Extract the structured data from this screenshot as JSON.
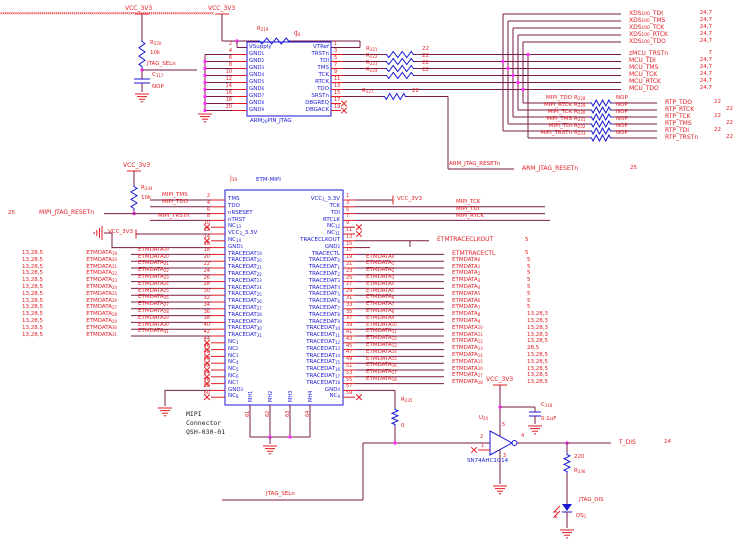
{
  "colors": {
    "wire": "#7a1b45",
    "red": "#e11c23",
    "blue": "#1a1ad2",
    "junction": "#ff33ff",
    "black": "#222222"
  },
  "icons": {
    "flag_out": "››",
    "flag_in": "‹‹"
  },
  "top_left": {
    "vcc": "VCC_3V3",
    "r_ref": "R220",
    "r_val": "10k",
    "net": "JTAG_SELn",
    "c_ref": "C117",
    "c_val": "NOP"
  },
  "j4": {
    "ref": "J4",
    "part": "ARM20PIN_JTAG",
    "vcc": "VCC_3V3",
    "r219_ref": "R219",
    "r219_val": "0",
    "left_pins": [
      {
        "num": "2",
        "label": "VSupply"
      },
      {
        "num": "4",
        "label": "GND1"
      },
      {
        "num": "6",
        "label": "GND2"
      },
      {
        "num": "8",
        "label": "GND3"
      },
      {
        "num": "10",
        "label": "GND4"
      },
      {
        "num": "12",
        "label": "GND5"
      },
      {
        "num": "14",
        "label": "GND6"
      },
      {
        "num": "16",
        "label": "GND7"
      },
      {
        "num": "18",
        "label": "GND8"
      },
      {
        "num": "20",
        "label": "GND9"
      }
    ],
    "right_pins": [
      {
        "num": "1",
        "label": "VTRef"
      },
      {
        "num": "3",
        "label": "TRSTn"
      },
      {
        "num": "5",
        "label": "TDI"
      },
      {
        "num": "7",
        "label": "TMS"
      },
      {
        "num": "9",
        "label": "TCK"
      },
      {
        "num": "11",
        "label": "RTCK"
      },
      {
        "num": "13",
        "label": "TDO"
      },
      {
        "num": "15",
        "label": "SRSTn"
      },
      {
        "num": "17",
        "label": "DBGREQ"
      },
      {
        "num": "19",
        "label": "DBGACK"
      }
    ],
    "resistors": [
      {
        "ref": "R221",
        "val": "22"
      },
      {
        "ref": "R222",
        "val": "22"
      },
      {
        "ref": "R223",
        "val": "22"
      },
      {
        "ref": "R224",
        "val": "22"
      }
    ],
    "r227": {
      "ref": "R227",
      "val": "22"
    }
  },
  "xds_flags": [
    {
      "label": "XDS100_TDI",
      "ref": "24,7"
    },
    {
      "label": "XDS100_TMS",
      "ref": "24,7"
    },
    {
      "label": "XDS100_TCK",
      "ref": "24,7"
    },
    {
      "label": "XDS100_RTCK",
      "ref": "24,7"
    },
    {
      "label": "XDS100_TDO",
      "ref": "24,7"
    }
  ],
  "mcu_flags": [
    {
      "label": "zMCU_TRSTn",
      "ref": "7"
    },
    {
      "label": "MCU_TDI",
      "ref": "24,7"
    },
    {
      "label": "MCU_TMS",
      "ref": "24,7"
    },
    {
      "label": "MCU_TCK",
      "ref": "24,7"
    },
    {
      "label": "MCU_RTCK",
      "ref": "24,7"
    },
    {
      "label": "MCU_TDO",
      "ref": "24,7"
    }
  ],
  "rtp_rows": [
    {
      "net": "MIPI_TDO",
      "r_ref": "R228",
      "r_val": "NOP",
      "flag": "RTP_TDO",
      "ref": "22"
    },
    {
      "net": "MIPI_RTCK",
      "r_ref": "R229",
      "r_val": "NOP",
      "flag": "RTP_RTCK",
      "ref": "22"
    },
    {
      "net": "MIPI_TCK",
      "r_ref": "R230",
      "r_val": "NOP",
      "flag": "RTP_TCK",
      "ref": "22"
    },
    {
      "net": "MIPI_TMS",
      "r_ref": "R231",
      "r_val": "NOP",
      "flag": "RTP_TMS",
      "ref": "22"
    },
    {
      "net": "MIPI_TDI",
      "r_ref": "R232",
      "r_val": "NOP",
      "flag": "RTP_TDI",
      "ref": "22"
    },
    {
      "net": "MIPI_TRSTn",
      "r_ref": "R233",
      "r_val": "NOP",
      "flag": "RTP_TRSTn",
      "ref": "22"
    }
  ],
  "arm_reset": {
    "net": "ARM_JTAG_RESETn",
    "flag": "ARM_JTAG_RESETn",
    "ref": "25"
  },
  "mipi_reset": {
    "flag": "MIPI_JTAG_RESETn",
    "ref": "25",
    "r_ref": "R234",
    "r_val": "10k",
    "vcc": "VCC_3V3"
  },
  "j19": {
    "ref": "J19",
    "part": "ETM-MIPI",
    "note_lines": [
      "MIPI",
      "Connector",
      "QSH-030-01"
    ],
    "vcc_left": "VCC_3V3",
    "vcc_right": "VCC_3V3",
    "nets_left": {
      "tms": "MIPI_TMS",
      "tdo": "MIPI_TDO",
      "trstn": "MIPI_TRSTn"
    },
    "nets_right": {
      "tck": "MIPI_TCK",
      "tdi": "MIPI_TDI",
      "rtck": "MIPI_RTCK"
    },
    "left_pins": [
      {
        "num": "2",
        "label": "TMS"
      },
      {
        "num": "4",
        "label": "TDO"
      },
      {
        "num": "6",
        "label": "nRSESET"
      },
      {
        "num": "8",
        "label": "nTRST"
      },
      {
        "num": "10",
        "label": "NC13"
      },
      {
        "num": "12",
        "label": "VCC2_3.3V"
      },
      {
        "num": "14",
        "label": "NC14"
      },
      {
        "num": "16",
        "label": "GND1"
      },
      {
        "num": "18",
        "label": "TRACEDAT19"
      },
      {
        "num": "20",
        "label": "TRACEDAT20"
      },
      {
        "num": "22",
        "label": "TRACEDAT21"
      },
      {
        "num": "24",
        "label": "TRACEDAT22"
      },
      {
        "num": "26",
        "label": "TRACEDAT23"
      },
      {
        "num": "28",
        "label": "TRACEDAT24"
      },
      {
        "num": "30",
        "label": "TRACEDAT25"
      },
      {
        "num": "32",
        "label": "TRACEDAT26"
      },
      {
        "num": "34",
        "label": "TRACEDAT27"
      },
      {
        "num": "36",
        "label": "TRACEDAT28"
      },
      {
        "num": "38",
        "label": "TRACEDAT29"
      },
      {
        "num": "40",
        "label": "TRACEDAT30"
      },
      {
        "num": "42",
        "label": "TRACEDAT31"
      },
      {
        "num": "44",
        "label": "NC1"
      },
      {
        "num": "46",
        "label": "NC2"
      },
      {
        "num": "48",
        "label": "NC3"
      },
      {
        "num": "50",
        "label": "NC4"
      },
      {
        "num": "52",
        "label": "NC5"
      },
      {
        "num": "54",
        "label": "NC6"
      },
      {
        "num": "56",
        "label": "NC7"
      },
      {
        "num": "58",
        "label": "GND3"
      },
      {
        "num": "60",
        "label": "NC8"
      }
    ],
    "right_pins": [
      {
        "num": "1",
        "label": "VCC1_3.3V"
      },
      {
        "num": "3",
        "label": "TCK"
      },
      {
        "num": "5",
        "label": "TDI"
      },
      {
        "num": "7",
        "label": "RTCLK"
      },
      {
        "num": "9",
        "label": "NC12"
      },
      {
        "num": "11",
        "label": "NC11"
      },
      {
        "num": "13",
        "label": "TRACECLKOUT"
      },
      {
        "num": "15",
        "label": "GND2"
      },
      {
        "num": "17",
        "label": "TRACECTL"
      },
      {
        "num": "19",
        "label": "TRACEDAT0"
      },
      {
        "num": "21",
        "label": "TRACEDAT1"
      },
      {
        "num": "23",
        "label": "TRACEDAT2"
      },
      {
        "num": "25",
        "label": "TRACEDAT3"
      },
      {
        "num": "27",
        "label": "TRACEDAT4"
      },
      {
        "num": "29",
        "label": "TRACEDAT5"
      },
      {
        "num": "31",
        "label": "TRACEDAT6"
      },
      {
        "num": "33",
        "label": "TRACEDAT7"
      },
      {
        "num": "35",
        "label": "TRACEDAT8"
      },
      {
        "num": "37",
        "label": "TRACEDAT9"
      },
      {
        "num": "39",
        "label": "TRACEDAT10"
      },
      {
        "num": "41",
        "label": "TRACEDAT11"
      },
      {
        "num": "43",
        "label": "TRACEDAT12"
      },
      {
        "num": "45",
        "label": "TRACEDAT13"
      },
      {
        "num": "47",
        "label": "TRACEDAT14"
      },
      {
        "num": "49",
        "label": "TRACEDAT15"
      },
      {
        "num": "51",
        "label": "TRACEDAT16"
      },
      {
        "num": "53",
        "label": "TRACEDAT17"
      },
      {
        "num": "55",
        "label": "TRACEDAT18"
      },
      {
        "num": "57",
        "label": "GND4"
      },
      {
        "num": "59",
        "label": "NC9"
      }
    ],
    "mh": [
      {
        "num": "61",
        "label": "MH1"
      },
      {
        "num": "62",
        "label": "MH2"
      },
      {
        "num": "63",
        "label": "MH3"
      },
      {
        "num": "64",
        "label": "MH4"
      }
    ],
    "left_flags": [
      {
        "flag": "ETMDATA19",
        "net": "ETMDATA19",
        "ref": "13,28,5"
      },
      {
        "flag": "ETMDATA20",
        "net": "ETMDATA20",
        "ref": "13,28,5"
      },
      {
        "flag": "ETMDATA21",
        "net": "ETMDATA21",
        "ref": "13,28,5"
      },
      {
        "flag": "ETMDATA22",
        "net": "ETMDATA22",
        "ref": "13,28,5"
      },
      {
        "flag": "ETMDATA23",
        "net": "ETMDATA23",
        "ref": "13,28,5"
      },
      {
        "flag": "ETMDATA24",
        "net": "ETMDATA24",
        "ref": "13,28,5"
      },
      {
        "flag": "ETMDATA25",
        "net": "ETMDATA25",
        "ref": "13,28,5"
      },
      {
        "flag": "ETMDATA26",
        "net": "ETMDATA26",
        "ref": "13,28,5"
      },
      {
        "flag": "ETMDATA27",
        "net": "ETMDATA27",
        "ref": "13,28,5"
      },
      {
        "flag": "ETMDATA28",
        "net": "ETMDATA28",
        "ref": "13,28,5"
      },
      {
        "flag": "ETMDATA29",
        "net": "ETMDATA29",
        "ref": "13,28,5"
      },
      {
        "flag": "ETMDATA30",
        "net": "ETMDATA30",
        "ref": "13,28,5"
      },
      {
        "flag": "ETMDATA31",
        "net": "ETMDATA31",
        "ref": "13,28,5"
      }
    ],
    "clkout_flag": {
      "flag": "ETMTRACECLKOUT",
      "ref": "5"
    },
    "ctl_flag": {
      "flag": "ETMTRACECTL",
      "ref": "5"
    },
    "right_flags": [
      {
        "net": "ETMDATA0",
        "flag": "ETMDATA0",
        "ref": "5"
      },
      {
        "net": "ETMDATA1",
        "flag": "ETMDATA1",
        "ref": "5"
      },
      {
        "net": "ETMDATA2",
        "flag": "ETMDATA2",
        "ref": "5"
      },
      {
        "net": "ETMDATA3",
        "flag": "ETMDATA3",
        "ref": "5"
      },
      {
        "net": "ETMDATA4",
        "flag": "ETMDATA4",
        "ref": "5"
      },
      {
        "net": "ETMDATA5",
        "flag": "ETMDATA5",
        "ref": "5"
      },
      {
        "net": "ETMDATA6",
        "flag": "ETMDATA6",
        "ref": "5"
      },
      {
        "net": "ETMDATA7",
        "flag": "ETMDATA7",
        "ref": "5"
      },
      {
        "net": "ETMDATA8",
        "flag": "ETMDATA8",
        "ref": "13,28,3"
      },
      {
        "net": "ETMDATA9",
        "flag": "ETMDATA9",
        "ref": "13,28,3"
      },
      {
        "net": "ETMDATA10",
        "flag": "ETMDATA10",
        "ref": "13,28,3"
      },
      {
        "net": "ETMDATA11",
        "flag": "ETMDATA11",
        "ref": "13,28,3"
      },
      {
        "net": "ETMDATA12",
        "flag": "ETMDATA12",
        "ref": "13,28,5"
      },
      {
        "net": "ETMDATA13",
        "flag": "ETMDATA13",
        "ref": "28,5"
      },
      {
        "net": "ETMDATA14",
        "flag": "ETMDATA14",
        "ref": "13,28,5"
      },
      {
        "net": "ETMDATA15",
        "flag": "ETMDATA15",
        "ref": "13,28,5"
      },
      {
        "net": "ETMDATA16",
        "flag": "ETMDATA16",
        "ref": "13,28,5"
      },
      {
        "net": "ETMDATA17",
        "flag": "ETMDATA17",
        "ref": "13,28,5"
      },
      {
        "net": "ETMDATA18",
        "flag": "ETMDATA18",
        "ref": "13,28,5"
      }
    ]
  },
  "bottom": {
    "net": "JTAG_SELn",
    "r235_ref": "R235",
    "r235_val": "0",
    "u_ref": "U24",
    "u_part": "SN74AHC1G14",
    "u_vcc": "VCC_3V3",
    "pin_in": "2",
    "pin_nc": "1",
    "pin_out": "4",
    "pin_vcc": "5",
    "pin_gnd": "3",
    "c_ref": "C118",
    "c_val": "0.1uF",
    "t_flag": "T_DIS",
    "t_ref": "24",
    "r236_ref": "R236",
    "r236_val": "220",
    "led_net": "JTAG_DIS",
    "led_ref": "DS1"
  }
}
